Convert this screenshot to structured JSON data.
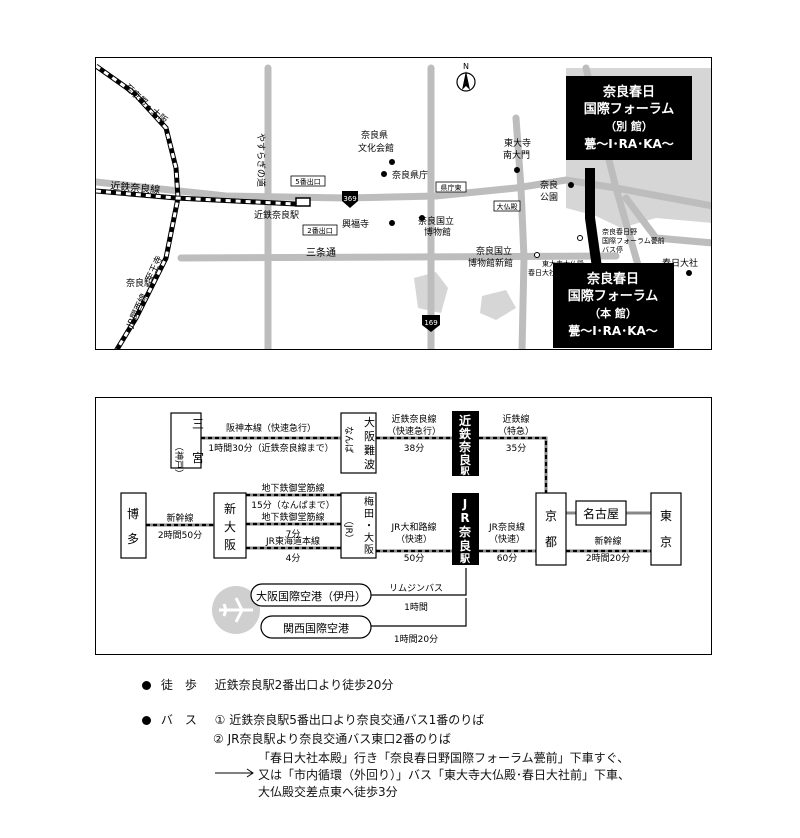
{
  "map": {
    "north_label": "N",
    "roads": {
      "route369": "369",
      "route169": "169",
      "sanjo": "三条通",
      "yasuragi": "やすらぎの道"
    },
    "rail": {
      "kintetsu": "近鉄奈良線",
      "jr_kansai": "至京都・大阪",
      "jr_sakurai": "至王寺",
      "jr_nara_line": "JR関西線"
    },
    "stations": {
      "kintetsu_nara": "近鉄奈良駅",
      "exit5": "5番出口",
      "exit2": "2番出口",
      "jr_nara": "奈良駅",
      "kenchohigashi": "県庁東",
      "daibutsuden": "大仏殿"
    },
    "places": {
      "bunka_kaikan": [
        "奈良県",
        "文化会館"
      ],
      "kencho": "奈良県庁",
      "kofukuji": "興福寺",
      "museum": [
        "奈良国立",
        "博物館"
      ],
      "museum_new": [
        "奈良国立",
        "博物館新館"
      ],
      "todaiji_gate": [
        "東大寺",
        "南大門"
      ],
      "nara_park": [
        "奈良",
        "公園"
      ],
      "kasuga_taisha": "春日大社",
      "bus_stop_forum": [
        "奈良春日野",
        "国際フォーラム甍前",
        "バス停"
      ],
      "bus_stop_todaiji": [
        "東大寺大仏殿",
        "春日大社前バス停"
      ]
    },
    "annex_box": [
      "奈良春日",
      "国際フォーラム",
      "（別 館）",
      "甍～I･RA･KA～"
    ],
    "main_box": [
      "奈良春日",
      "国際フォーラム",
      "（本 館）",
      "甍～I･RA･KA～"
    ]
  },
  "routes": {
    "nodes": {
      "sannomiya": [
        "三",
        "宮"
      ],
      "kobe": "（神戸）",
      "osaka_namba_big": [
        "大",
        "阪",
        "難",
        "波"
      ],
      "namba": "なんば",
      "kintetsu_nara": [
        "近",
        "鉄",
        "奈",
        "良",
        "駅"
      ],
      "hakata": [
        "博",
        "多"
      ],
      "shin_osaka": [
        "新",
        "大",
        "阪"
      ],
      "umeda_osaka": [
        "梅",
        "田",
        "・",
        "大",
        "阪"
      ],
      "jr_hint": "（JR）",
      "jr_nara": [
        "J",
        "R",
        "奈",
        "良",
        "駅"
      ],
      "kyoto": [
        "京",
        "都"
      ],
      "nagoya": "名古屋",
      "tokyo": [
        "東",
        "京"
      ],
      "itami": "大阪国際空港（伊丹）",
      "kansai_airport": "関西国際空港"
    },
    "links": {
      "hanshin_label": "阪神本線（快速急行）",
      "hanshin_time": "1時間30分（近鉄奈良線まで）",
      "kintetsu_nara_line": [
        "近鉄奈良線",
        "（快速急行）"
      ],
      "kintetsu_nara_time": "38分",
      "kintetsu_kyoto_line": [
        "近鉄線",
        "（特急）"
      ],
      "kintetsu_kyoto_time": "35分",
      "shinkansen_west": "新幹線",
      "shinkansen_west_time": "2時間50分",
      "midosuji1": "地下鉄御堂筋線",
      "midosuji1_time": "15分（なんばまで）",
      "midosuji2": "地下鉄御堂筋線",
      "midosuji2_time": "7分",
      "jr_tokaido": "JR東海道本線",
      "jr_tokaido_time": "4分",
      "yamatoji": [
        "JR大和路線",
        "（快速）"
      ],
      "yamatoji_time": "50分",
      "jr_nara_line": [
        "JR奈良線",
        "（快速）"
      ],
      "jr_nara_line_time": "60分",
      "shinkansen_east": "新幹線",
      "shinkansen_east_time": "2時間20分",
      "limousine": "リムジンバス",
      "limousine_itami_time": "1時間",
      "limousine_kansai_time": "1時間20分"
    }
  },
  "legend": {
    "walk_title": "徒　歩",
    "walk_text": "近鉄奈良駅2番出口より徒歩20分",
    "bus_title": "バ　ス",
    "bus_1": "①  近鉄奈良駅5番出口より奈良交通バス1番のりば",
    "bus_2": "②  JR奈良駅より奈良交通バス東口2番のりば",
    "detail_1": "「春日大社本殿」行き「奈良春日野国際フォーラム甍前」下車すぐ、",
    "detail_2": "又は「市内循環（外回り）」バス「東大寺大仏殿･春日大社前」下車、",
    "detail_3": "大仏殿交差点東へ徒歩3分"
  }
}
